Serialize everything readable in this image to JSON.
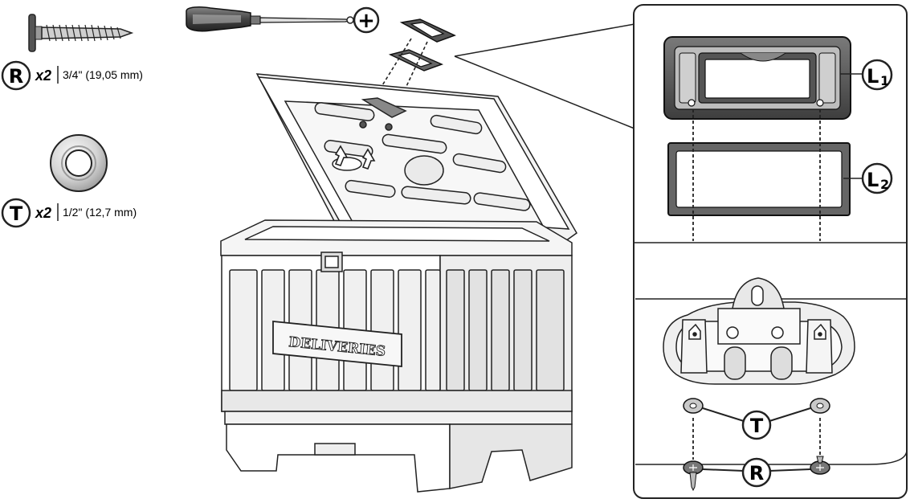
{
  "parts": [
    {
      "letter": "R",
      "qty": "x2",
      "size": "3/4\" (19,05 mm)"
    },
    {
      "letter": "T",
      "qty": "x2",
      "size": "1/2\" (12,7 mm)"
    }
  ],
  "box_label": "DELIVERIES",
  "tool_symbol": "+",
  "detail": {
    "top_callouts": {
      "l1": "L",
      "l1_sub": "1",
      "l2": "L",
      "l2_sub": "2"
    },
    "bottom_callouts": {
      "t": "T",
      "r": "R"
    }
  },
  "icons": [
    "screw-icon",
    "washer-icon",
    "phillips-screwdriver-icon",
    "up-arrow-icon"
  ]
}
